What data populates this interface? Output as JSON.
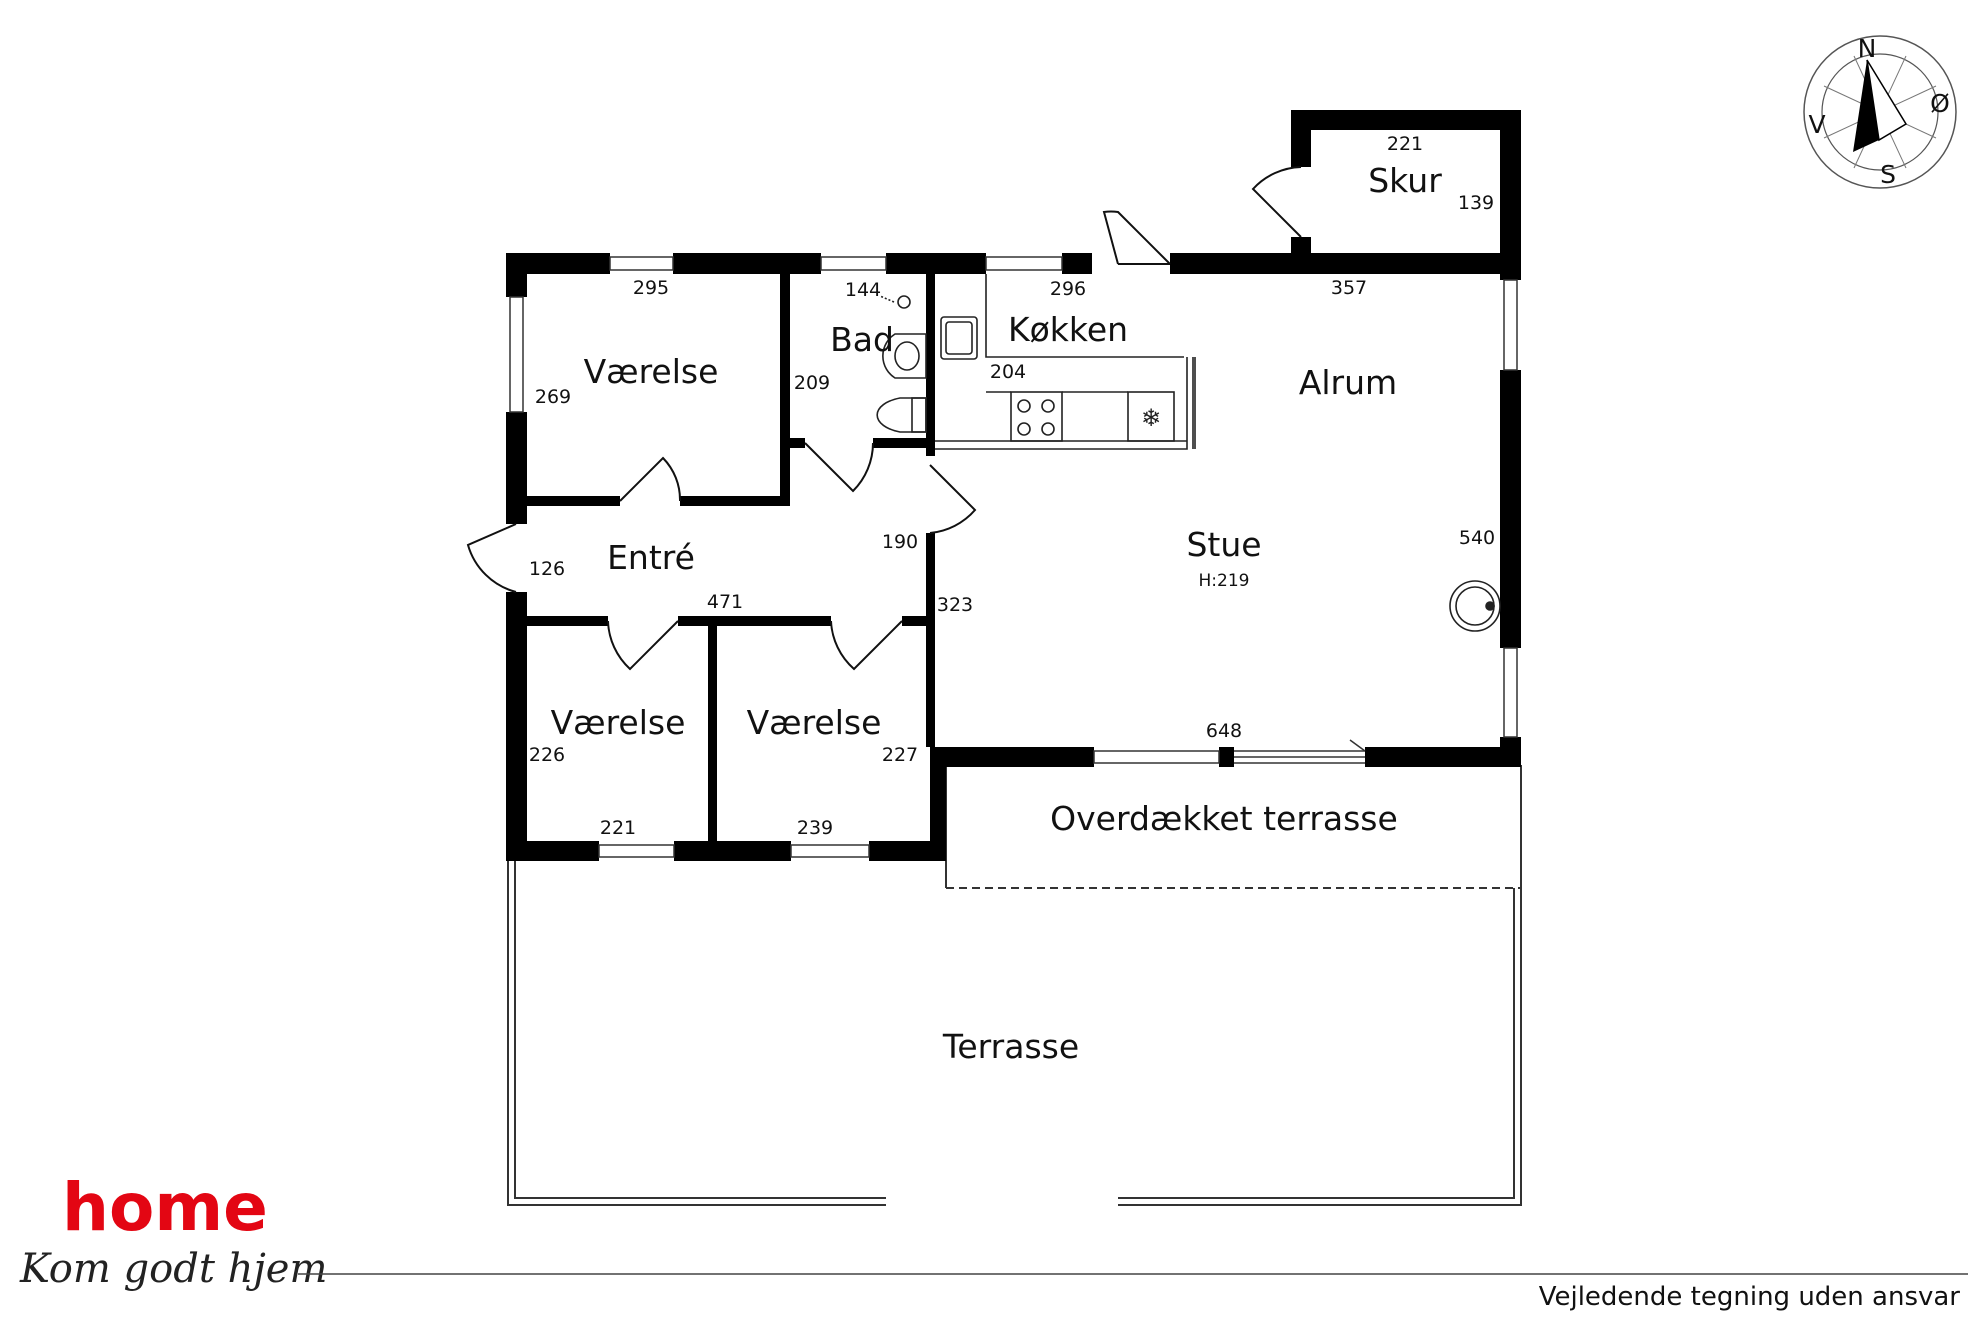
{
  "rooms": {
    "vaerelse_top": "Værelse",
    "bad": "Bad",
    "kokken": "Køkken",
    "alrum": "Alrum",
    "skur": "Skur",
    "entre": "Entré",
    "stue": "Stue",
    "stue_height": "H:219",
    "vaerelse_left": "Værelse",
    "vaerelse_right": "Værelse",
    "overdaekket": "Overdækket terrasse",
    "terrasse": "Terrasse"
  },
  "dims": {
    "vaerelse_top_w": "295",
    "vaerelse_top_h": "269",
    "bad_w": "144",
    "bad_h": "209",
    "kokken_w": "296",
    "kokken_h": "204",
    "alrum_w": "357",
    "skur_w": "221",
    "skur_h": "139",
    "entre_w": "471",
    "entre_h": "126",
    "entre_right": "190",
    "stue_left": "323",
    "stue_right": "540",
    "stue_bottom": "648",
    "vaerelse_left_h": "226",
    "vaerelse_left_w": "221",
    "vaerelse_right_h": "227",
    "vaerelse_right_w": "239"
  },
  "compass": {
    "n": "N",
    "o": "Ø",
    "s": "S",
    "v": "V"
  },
  "brand": {
    "logo_text": "home",
    "tagline": "Kom godt hjem",
    "color": "#e30613"
  },
  "footer": {
    "disclaimer": "Vejledende tegning uden ansvar"
  }
}
